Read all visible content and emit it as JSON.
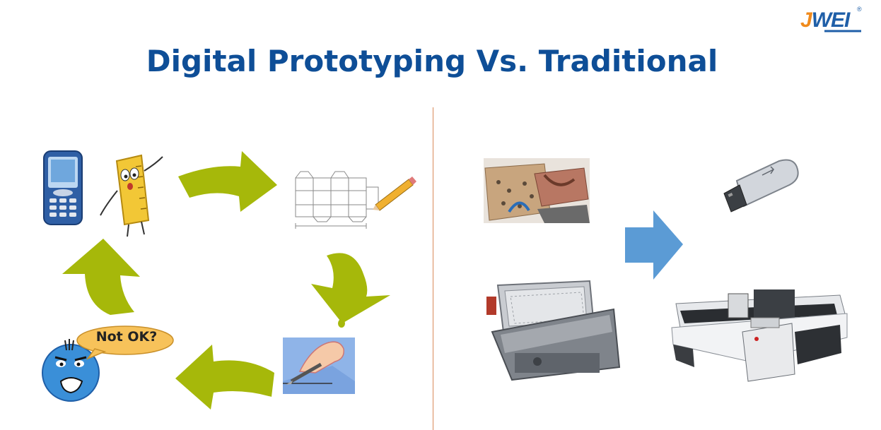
{
  "slide": {
    "title": "Digital Prototyping Vs. Traditional",
    "logo": {
      "j": "J",
      "rest": "WEI",
      "registered": "®"
    },
    "bubble_text": "Not OK?"
  },
  "colors": {
    "title": "#0e4e97",
    "cycle_arrow": "#a6b80a",
    "flow_arrow": "#5b9bd5",
    "divider": "#d98a5a",
    "logo_orange": "#f08a1c",
    "logo_blue": "#1f5fa8"
  },
  "icons": {
    "left": [
      "mobile-phone-icon",
      "ruler-character-icon",
      "box-dieline-drawing-icon",
      "hand-cutting-knife-icon",
      "angry-face-icon"
    ],
    "right": [
      "cutting-dies-photo-icon",
      "die-cutting-press-icon",
      "usb-drive-icon",
      "digital-cutting-plotter-icon"
    ]
  }
}
